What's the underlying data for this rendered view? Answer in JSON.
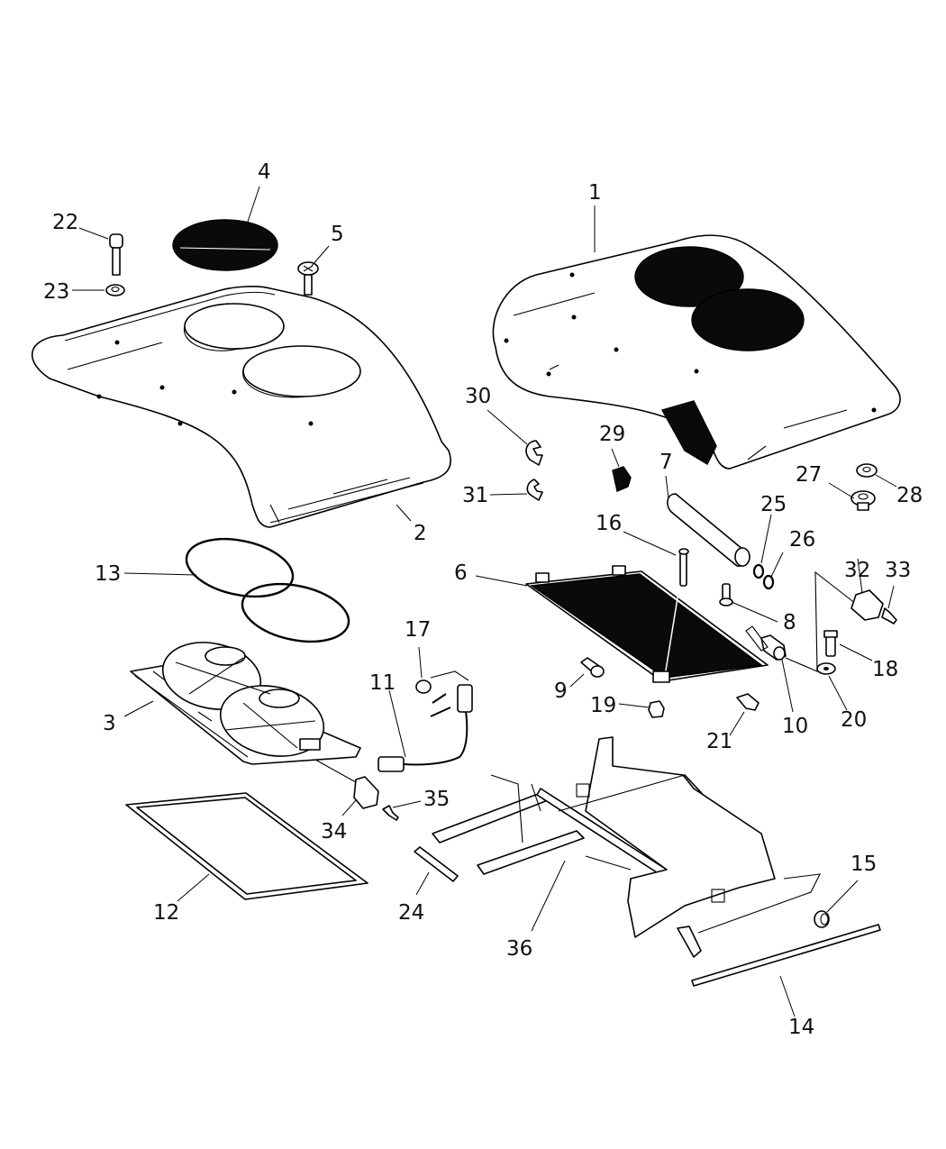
{
  "diagram": {
    "title": "Roof-mounted A/C condenser assembly — exploded parts view",
    "callouts": [
      {
        "id": "1",
        "label": "1",
        "part": "Outer roof shroud (with twin fan grilles)"
      },
      {
        "id": "2",
        "label": "2",
        "part": "Roof shroud / cover"
      },
      {
        "id": "3",
        "label": "3",
        "part": "Twin fan module"
      },
      {
        "id": "4",
        "label": "4",
        "part": "Fan grille"
      },
      {
        "id": "5",
        "label": "5",
        "part": "Screw"
      },
      {
        "id": "6",
        "label": "6",
        "part": "Condenser"
      },
      {
        "id": "7",
        "label": "7",
        "part": "Receiver / drier"
      },
      {
        "id": "8",
        "label": "8",
        "part": "Bolt"
      },
      {
        "id": "9",
        "label": "9",
        "part": "Bolt"
      },
      {
        "id": "10",
        "label": "10",
        "part": "Pressure switch"
      },
      {
        "id": "11",
        "label": "11",
        "part": "Wiring harness"
      },
      {
        "id": "12",
        "label": "12",
        "part": "Seal frame"
      },
      {
        "id": "13",
        "label": "13",
        "part": "Fan ring seals"
      },
      {
        "id": "14",
        "label": "14",
        "part": "Seal strip"
      },
      {
        "id": "15",
        "label": "15",
        "part": "Grommet"
      },
      {
        "id": "16",
        "label": "16",
        "part": "Rod / bolt"
      },
      {
        "id": "17",
        "label": "17",
        "part": "Connector"
      },
      {
        "id": "18",
        "label": "18",
        "part": "Bolt"
      },
      {
        "id": "19",
        "label": "19",
        "part": "Nut"
      },
      {
        "id": "20",
        "label": "20",
        "part": "Washer"
      },
      {
        "id": "21",
        "label": "21",
        "part": "Clip"
      },
      {
        "id": "22",
        "label": "22",
        "part": "Bolt"
      },
      {
        "id": "23",
        "label": "23",
        "part": "Washer"
      },
      {
        "id": "24",
        "label": "24",
        "part": "Seal strip"
      },
      {
        "id": "25",
        "label": "25",
        "part": "O-ring"
      },
      {
        "id": "26",
        "label": "26",
        "part": "O-ring"
      },
      {
        "id": "27",
        "label": "27",
        "part": "Grommet"
      },
      {
        "id": "28",
        "label": "28",
        "part": "Washer"
      },
      {
        "id": "29",
        "label": "29",
        "part": "Bracket"
      },
      {
        "id": "30",
        "label": "30",
        "part": "Clip"
      },
      {
        "id": "31",
        "label": "31",
        "part": "Clip"
      },
      {
        "id": "32",
        "label": "32",
        "part": "Connector housing"
      },
      {
        "id": "33",
        "label": "33",
        "part": "Terminal"
      },
      {
        "id": "34",
        "label": "34",
        "part": "Connector housing"
      },
      {
        "id": "35",
        "label": "35",
        "part": "Terminal"
      },
      {
        "id": "36",
        "label": "36",
        "part": "Support frame"
      }
    ]
  }
}
